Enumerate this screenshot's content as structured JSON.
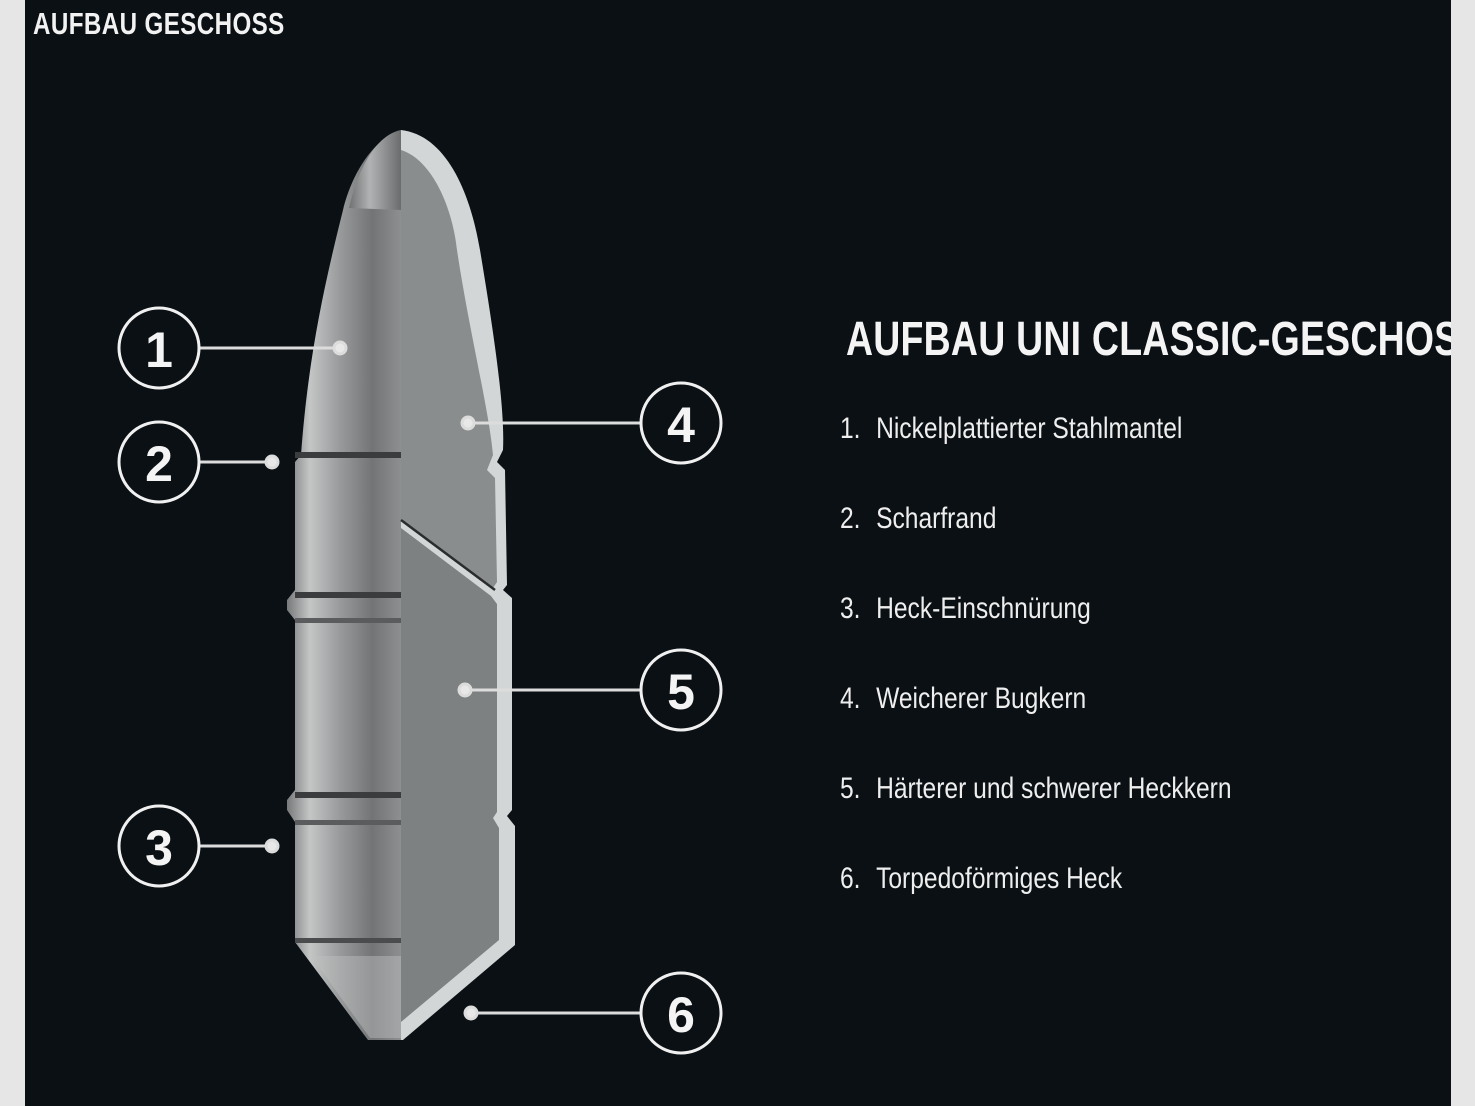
{
  "page_title": "AUFBAU GESCHOSS",
  "section_title": "AUFBAU UNI CLASSIC-GESCHOSS",
  "parts": [
    {
      "number": "1.",
      "label": "Nickelplattierter Stahlmantel"
    },
    {
      "number": "2.",
      "label": "Scharfrand"
    },
    {
      "number": "3.",
      "label": "Heck-Einschnürung"
    },
    {
      "number": "4.",
      "label": "Weicherer Bugkern"
    },
    {
      "number": "5.",
      "label": "Härterer und schwerer Heckkern"
    },
    {
      "number": "6.",
      "label": "Torpedoförmiges Heck"
    }
  ],
  "callouts": [
    "1",
    "2",
    "3",
    "4",
    "5",
    "6"
  ],
  "colors": {
    "background": "#0a1014",
    "frame": "#e6e6e6",
    "text": "#f4f4f4",
    "jacket": "#c9cccc",
    "core": "#8a8d8e"
  }
}
